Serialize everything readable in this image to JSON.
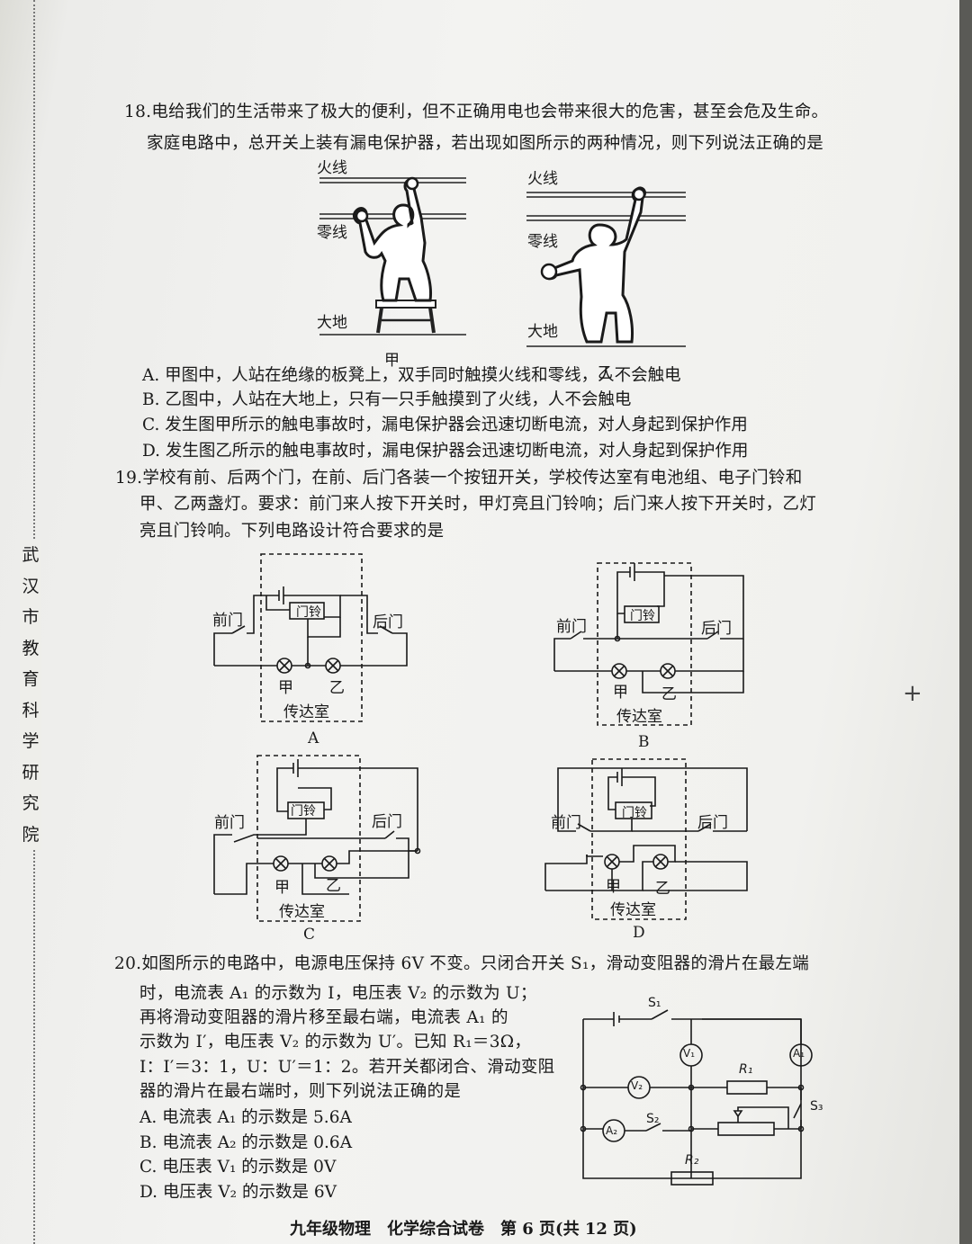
{
  "side_text": [
    "武",
    "汉",
    "市",
    "教",
    "育",
    "科",
    "学",
    "研",
    "究",
    "院"
  ],
  "q18": {
    "lines": [
      "18.电给我们的生活带来了极大的便利，但不正确用电也会带来很大的危害，甚至会危及生命。",
      "家庭电路中，总开关上装有漏电保护器，若出现如图所示的两种情况，则下列说法正确的是"
    ],
    "fig_labels": {
      "live": "火线",
      "neutral": "零线",
      "ground": "大地",
      "caption_a": "甲",
      "caption_b": "乙"
    },
    "options": [
      "A. 甲图中，人站在绝缘的板凳上，双手同时触摸火线和零线，人不会触电",
      "B. 乙图中，人站在大地上，只有一只手触摸到了火线，人不会触电",
      "C. 发生图甲所示的触电事故时，漏电保护器会迅速切断电流，对人身起到保护作用",
      "D. 发生图乙所示的触电事故时，漏电保护器会迅速切断电流，对人身起到保护作用"
    ]
  },
  "q19": {
    "lines": [
      "19.学校有前、后两个门，在前、后门各装一个按钮开关，学校传达室有电池组、电子门铃和",
      "甲、乙两盏灯。要求：前门来人按下开关时，甲灯亮且门铃响；后门来人按下开关时，乙灯",
      "亮且门铃响。下列电路设计符合要求的是"
    ],
    "circuit_labels": {
      "front": "前门",
      "back": "后门",
      "bell": "门铃",
      "lamp_a": "甲",
      "lamp_b": "乙",
      "room": "传达室"
    },
    "captions": [
      "A",
      "B",
      "C",
      "D"
    ]
  },
  "q20": {
    "lines": [
      "20.如图所示的电路中，电源电压保持 6V 不变。只闭合开关 S₁，滑动变阻器的滑片在最左端",
      "时，电流表 A₁ 的示数为 I，电压表 V₂ 的示数为 U；",
      "再将滑动变阻器的滑片移至最右端，电流表 A₁ 的",
      "示数为 I′，电压表 V₂ 的示数为 U′。已知 R₁＝3Ω，",
      "I：I′＝3：1，U：U′＝1：2。若开关都闭合、滑动变阻",
      "器的滑片在最右端时，则下列说法正确的是"
    ],
    "options": [
      "A. 电流表 A₁ 的示数是 5.6A",
      "B. 电流表 A₂ 的示数是 0.6A",
      "C. 电压表 V₁ 的示数是 0V",
      "D. 电压表 V₂ 的示数是 6V"
    ],
    "circuit_labels": {
      "s1": "S₁",
      "s2": "S₂",
      "s3": "S₃",
      "v1": "V₁",
      "v2": "V₂",
      "a1": "A₁",
      "a2": "A₂",
      "r1": "R₁",
      "r2": "R₂"
    }
  },
  "footer": "九年级物理　化学综合试卷　第 6 页(共 12 页)"
}
